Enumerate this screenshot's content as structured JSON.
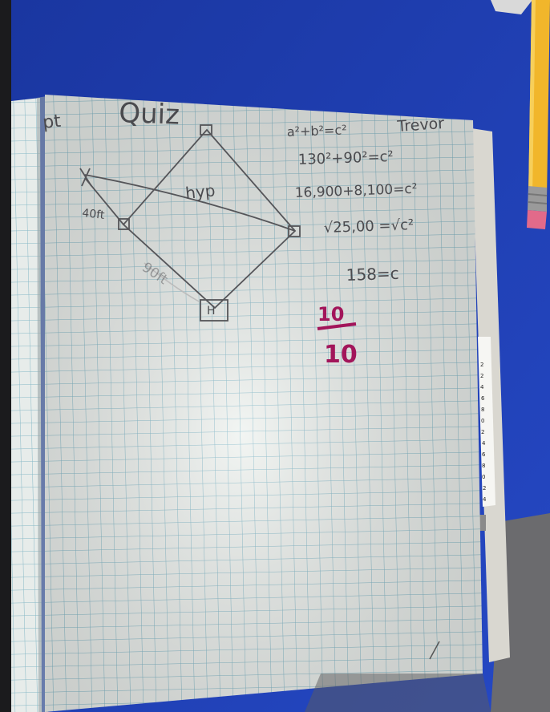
{
  "notebook": {
    "left_page_text": "pt",
    "title": "Quiz",
    "student_name": "Trevor",
    "hyp_label": "hyp",
    "side_label_left": "40ft",
    "side_label_bottom": "90ft",
    "base_marker": "H",
    "equations": [
      "a²+b²=c²",
      "130²+90²=c²",
      "16,900+8,100=c²",
      "√25,00 =√c²",
      "158=c"
    ],
    "grade": {
      "numerator": "10",
      "denominator": "10"
    }
  },
  "tab_numbers": [
    "2",
    "2",
    "4",
    "6",
    "8",
    "0",
    "2",
    "4",
    "6",
    "8",
    "0",
    "2",
    "4"
  ],
  "colors": {
    "tablecloth": "#1d3fb1",
    "grid_line": "#7fb7c8",
    "paper": "#eef2ef",
    "pencil_lead": "#5a5a60",
    "grade_ink": "#a2155a",
    "pencil_body": "#f1b62b"
  }
}
